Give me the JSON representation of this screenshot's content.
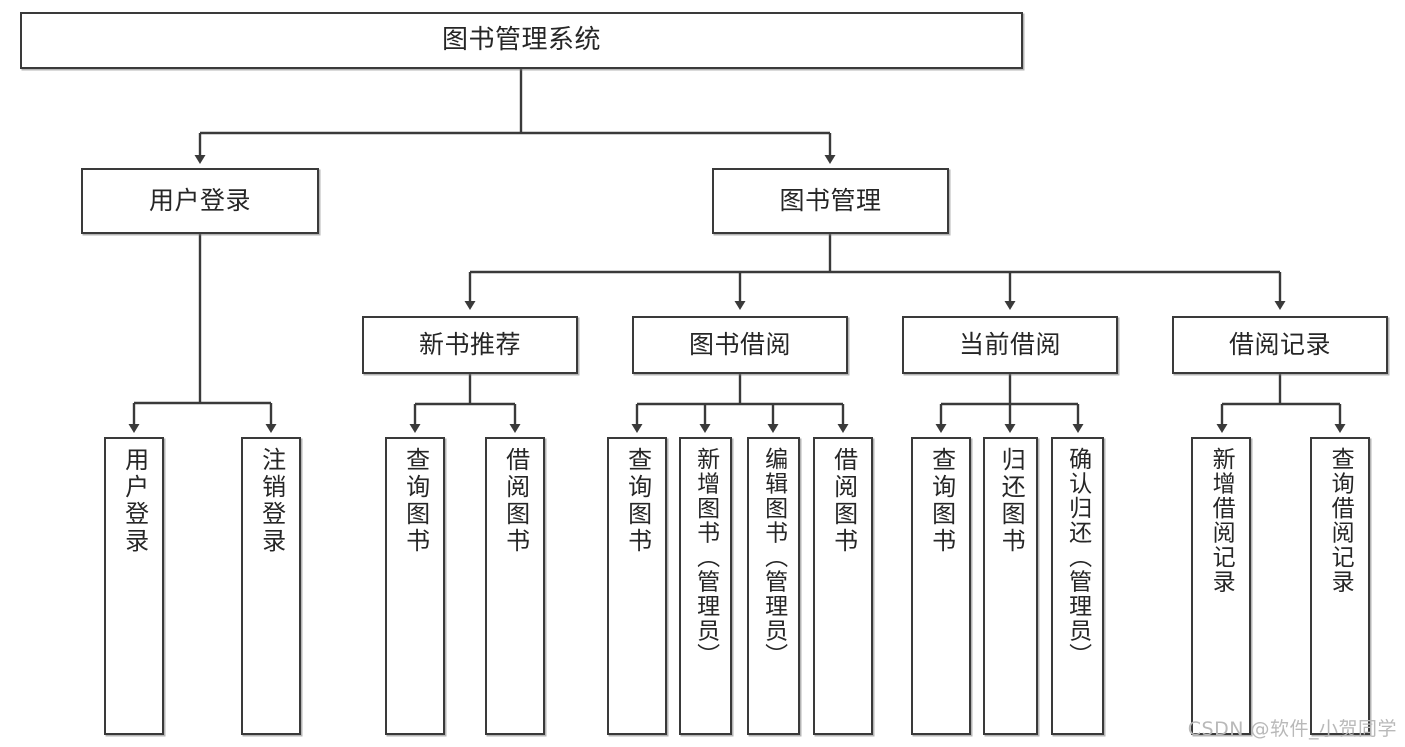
{
  "diagram": {
    "title": "图书管理系统",
    "type": "tree",
    "watermark": "CSDN @软件_小贺同学",
    "edge_color": "#3a3a3a",
    "node_fill": "#ffffff",
    "node_border": "#3a3a3a",
    "nodes": {
      "root": {
        "label": "图书管理系统"
      },
      "l2": [
        {
          "id": "user_login",
          "label": "用户登录"
        },
        {
          "id": "book_mgmt",
          "label": "图书管理"
        }
      ],
      "l3": [
        {
          "id": "new_book_rec",
          "label": "新书推荐"
        },
        {
          "id": "book_borrow",
          "label": "图书借阅"
        },
        {
          "id": "current_borrow",
          "label": "当前借阅"
        },
        {
          "id": "borrow_record",
          "label": "借阅记录"
        }
      ],
      "leaves": [
        {
          "id": "leaf_user_login",
          "label": "用户登录",
          "parent": "user_login"
        },
        {
          "id": "leaf_user_logout",
          "label": "注销登录",
          "parent": "user_login"
        },
        {
          "id": "leaf_query_book_1",
          "label": "查询图书",
          "parent": "new_book_rec"
        },
        {
          "id": "leaf_borrow_book_1",
          "label": "借阅图书",
          "parent": "new_book_rec"
        },
        {
          "id": "leaf_query_book_2",
          "label": "查询图书",
          "parent": "book_borrow"
        },
        {
          "id": "leaf_add_book",
          "label": "新增图书（管理员）",
          "parent": "book_borrow"
        },
        {
          "id": "leaf_edit_book",
          "label": "编辑图书（管理员）",
          "parent": "book_borrow"
        },
        {
          "id": "leaf_borrow_book_2",
          "label": "借阅图书",
          "parent": "book_borrow"
        },
        {
          "id": "leaf_query_book_3",
          "label": "查询图书",
          "parent": "current_borrow"
        },
        {
          "id": "leaf_return_book",
          "label": "归还图书",
          "parent": "current_borrow"
        },
        {
          "id": "leaf_confirm_return",
          "label": "确认归还（管理员）",
          "parent": "current_borrow"
        },
        {
          "id": "leaf_add_record",
          "label": "新增借阅记录",
          "parent": "borrow_record"
        },
        {
          "id": "leaf_query_record",
          "label": "查询借阅记录",
          "parent": "borrow_record"
        }
      ]
    }
  }
}
